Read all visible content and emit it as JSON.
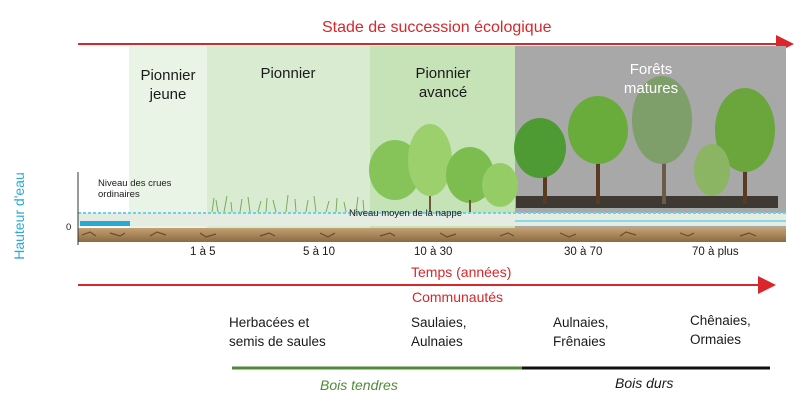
{
  "header": {
    "title": "Stade de succession écologique"
  },
  "stages": [
    {
      "label_line1": "Pionnier",
      "label_line2": "jeune"
    },
    {
      "label_line1": "Pionnier",
      "label_line2": ""
    },
    {
      "label_line1": "Pionnier",
      "label_line2": "avancé"
    },
    {
      "label_line1": "Forêts",
      "label_line2": "matures"
    }
  ],
  "y_axis": {
    "label": "Hauteur d'eau",
    "zero_label": "0"
  },
  "annotations": {
    "flood_line1": "Niveau des crues",
    "flood_line2": "ordinaires",
    "water_table": "Niveau moyen de la nappe"
  },
  "time_axis": {
    "label": "Temps (années)",
    "ticks": [
      "1 à 5",
      "5 à 10",
      "10 à 30",
      "30 à 70",
      "70 à plus"
    ]
  },
  "communities": {
    "title": "Communautés",
    "items": [
      {
        "line1": "Herbacées et",
        "line2": "semis de saules"
      },
      {
        "line1": "Saulaies,",
        "line2": "Aulnaies"
      },
      {
        "line1": "Aulnaies,",
        "line2": "Frênaies"
      },
      {
        "line1": "Chênaies,",
        "line2": "Ormaies"
      }
    ]
  },
  "wood": {
    "soft": "Bois tendres",
    "hard": "Bois durs"
  },
  "colors": {
    "accent_red": "#d9262a",
    "axis_cyan": "#29a9d6",
    "soft_wood_green": "#4f8a3a",
    "hard_wood_black": "#111111",
    "soil_brown": "#a9865c",
    "water_table": "#6fd0ea"
  }
}
